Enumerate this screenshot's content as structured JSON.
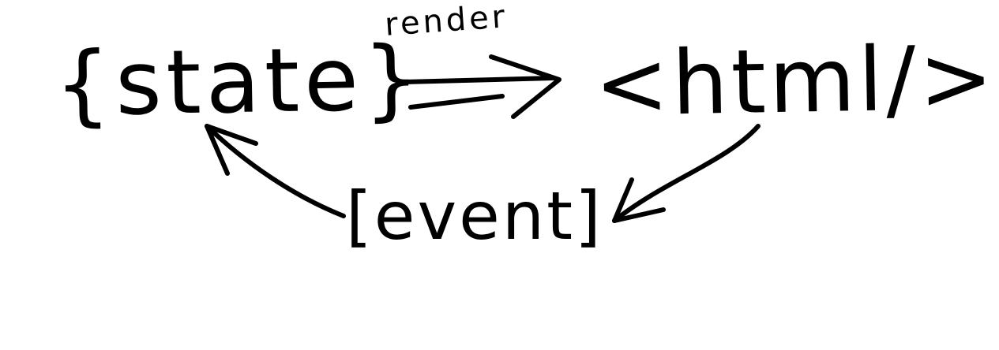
{
  "diagram": {
    "nodes": {
      "state": "{state}",
      "html": "<html/>",
      "event": "[event]"
    },
    "edges": [
      {
        "from": "state",
        "to": "html",
        "label": "render",
        "style": "double-arrow"
      },
      {
        "from": "html",
        "to": "event",
        "label": "",
        "style": "arrow"
      },
      {
        "from": "event",
        "to": "state",
        "label": "",
        "style": "arrow"
      }
    ],
    "ink_color": "#000000",
    "background_color": "#ffffff"
  }
}
